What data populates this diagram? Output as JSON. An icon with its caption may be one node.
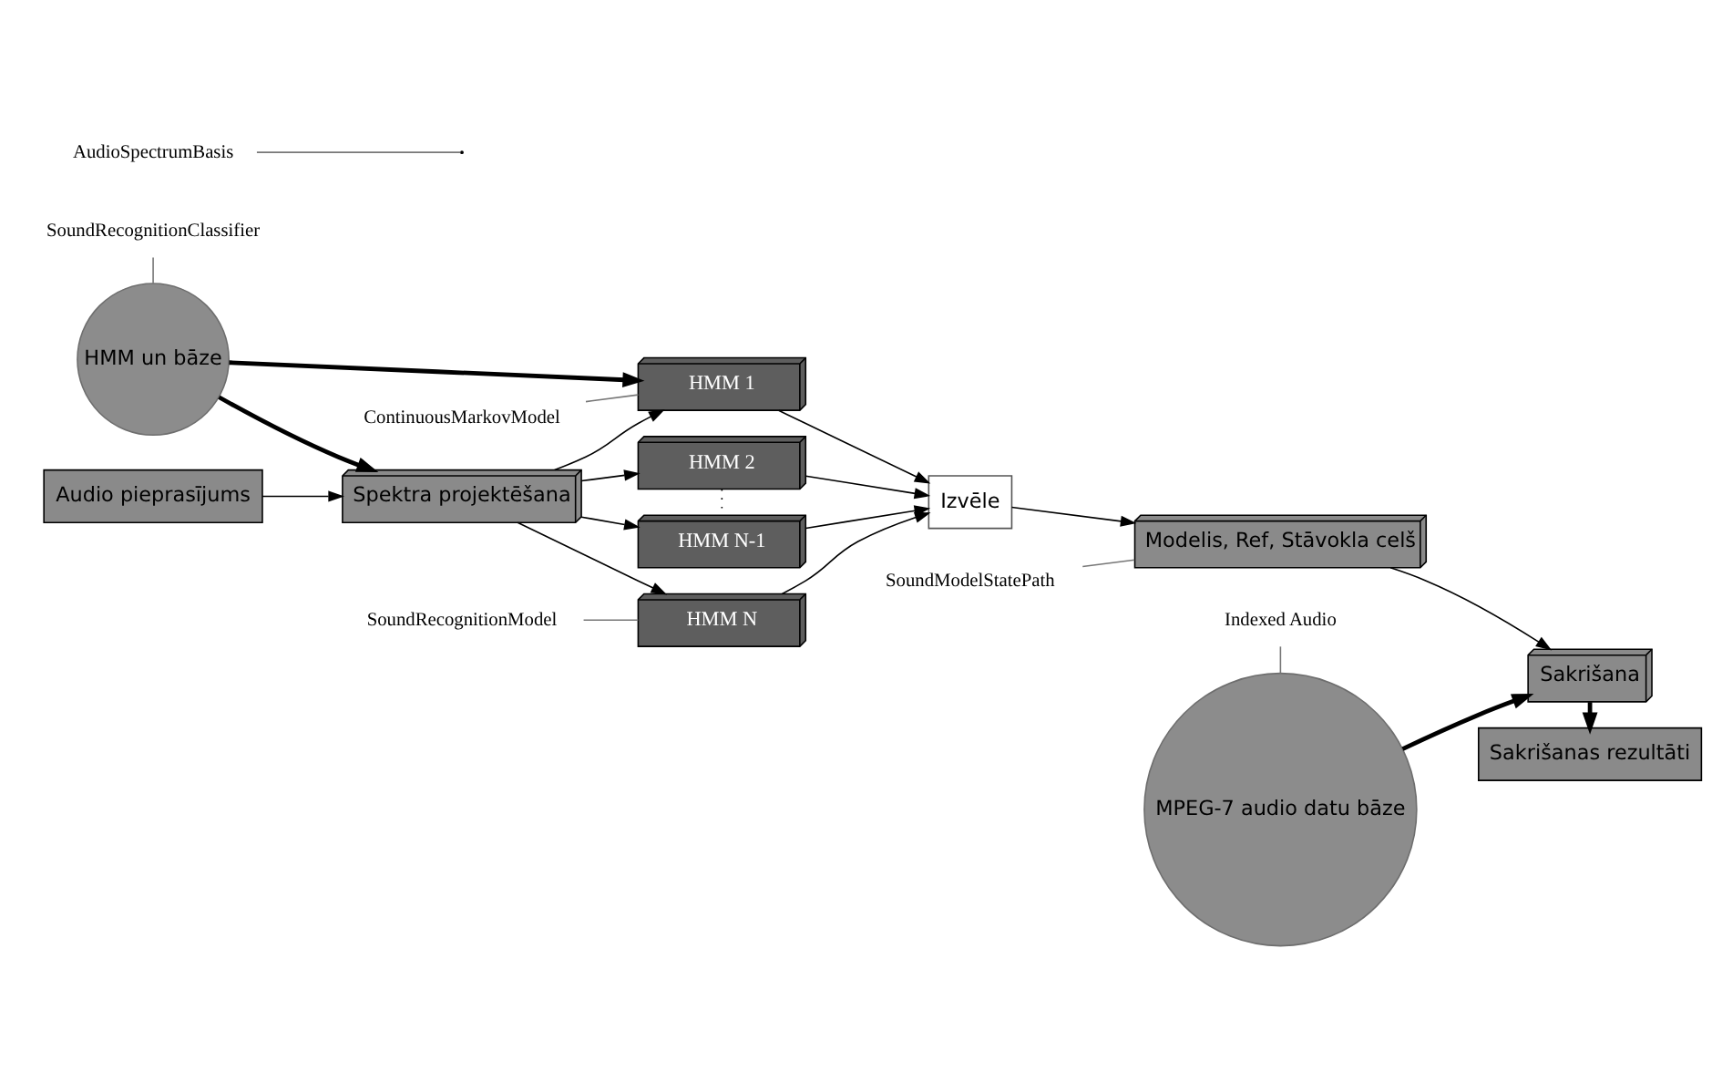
{
  "diagram": {
    "nodes": [
      {
        "text": [
          "SoundRecognitionClassifier"
        ]
      },
      {
        "text": [
          "HMM un bāze"
        ]
      },
      {
        "text": [
          "Indexed Audio"
        ]
      },
      {
        "text": [
          "MPEG-7 audio datu bāze"
        ]
      },
      {
        "text": [
          "AudioSpectrumBasis"
        ]
      },
      {
        "text": [
          "ContinuousMarkovModel"
        ]
      },
      {
        "text": [
          "HMM 1"
        ]
      },
      {
        "text": [
          "HMM 2"
        ]
      },
      {
        "text": [
          "HMM N-1"
        ]
      },
      {
        "text": [
          "HMM N"
        ]
      },
      {
        "text": [
          "Audio pieprasījums"
        ]
      },
      {
        "text": [
          "Spektra projektēšana"
        ]
      },
      {
        "text": [
          "Izvēle"
        ]
      },
      {
        "text": [
          "Modelis, Ref, Stāvokla celš"
        ]
      },
      {
        "text": [
          "SoundModelStatePath"
        ]
      },
      {
        "text": [
          "Sakrišana"
        ]
      },
      {
        "text": [
          "Sakrišanas rezultāti"
        ]
      },
      {
        "text": [
          "SoundRecognitionModel"
        ]
      }
    ],
    "edges": [
      {
        "from": 0,
        "to": 1,
        "arrow": "none",
        "color": "#777777"
      },
      {
        "from": 2,
        "to": 3,
        "arrow": "none",
        "color": "#777777"
      },
      {
        "from": 4,
        "to": null,
        "arrow": "none",
        "color": "#777777"
      },
      {
        "from": 5,
        "to": 6,
        "arrow": "none",
        "color": "#777777"
      },
      {
        "from": 1,
        "to": 11,
        "arrow": "to",
        "style": "thick"
      },
      {
        "from": 1,
        "to": 6,
        "arrow": "to",
        "style": "thick"
      },
      {
        "from": 3,
        "to": 15,
        "arrow": "to",
        "style": "thick"
      },
      {
        "from": 10,
        "to": 11,
        "arrow": "to"
      },
      {
        "from": 11,
        "to": 6,
        "arrow": "to"
      },
      {
        "from": 11,
        "to": 7,
        "arrow": "to"
      },
      {
        "from": 11,
        "to": 8,
        "arrow": "to"
      },
      {
        "from": 11,
        "to": 9,
        "arrow": "to"
      },
      {
        "from": 7,
        "to": 8,
        "arrow": "none",
        "style": "dashed"
      },
      {
        "from": 6,
        "to": 12,
        "arrow": "to"
      },
      {
        "from": 7,
        "to": 12,
        "arrow": "to"
      },
      {
        "from": 8,
        "to": 12,
        "arrow": "to"
      },
      {
        "from": 9,
        "to": 12,
        "arrow": "to"
      },
      {
        "from": 12,
        "to": 13,
        "arrow": "to"
      },
      {
        "from": 13,
        "to": 15,
        "arrow": "to"
      },
      {
        "from": 15,
        "to": 16,
        "arrow": "to",
        "style": "thick"
      },
      {
        "from": 14,
        "to": 13,
        "arrow": "none",
        "color": "#777777"
      },
      {
        "from": 17,
        "to": 9,
        "arrow": "none",
        "color": "#777777"
      }
    ]
  }
}
